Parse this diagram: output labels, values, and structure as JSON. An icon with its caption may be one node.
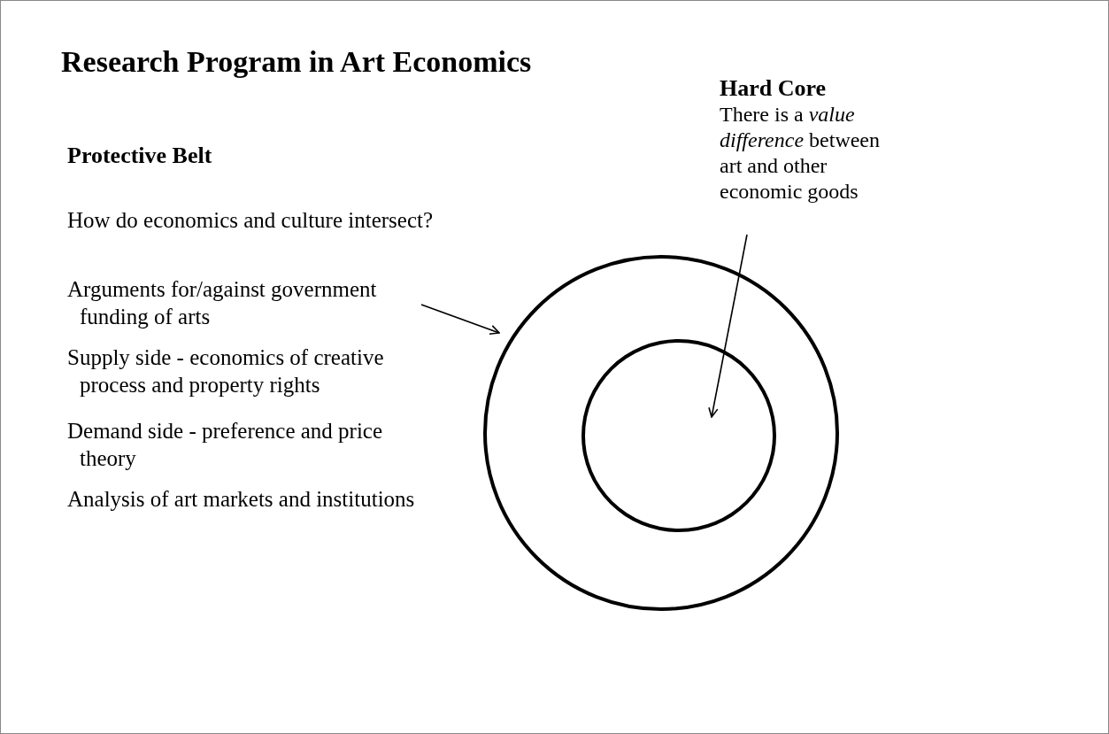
{
  "diagram": {
    "title": "Research Program in Art Economics",
    "nodes": [
      {
        "text": [
          "Protective Belt",
          "How do economics and culture intersect?",
          "Arguments for/against government funding of arts",
          "Supply side - economics of creative process and property rights",
          "Demand side - preference and price theory",
          "Analysis of art markets and institutions"
        ]
      },
      {
        "text": [
          "Hard Core",
          "There is a *value difference* between art and other economic goods"
        ]
      },
      {
        "text": [],
        "shape": "circle"
      },
      {
        "text": [],
        "shape": "circle",
        "in": 2
      }
    ],
    "edges": [
      {
        "from": 0,
        "to": 2,
        "arrow": "to"
      },
      {
        "from": 1,
        "to": 3,
        "arrow": "to"
      }
    ]
  }
}
